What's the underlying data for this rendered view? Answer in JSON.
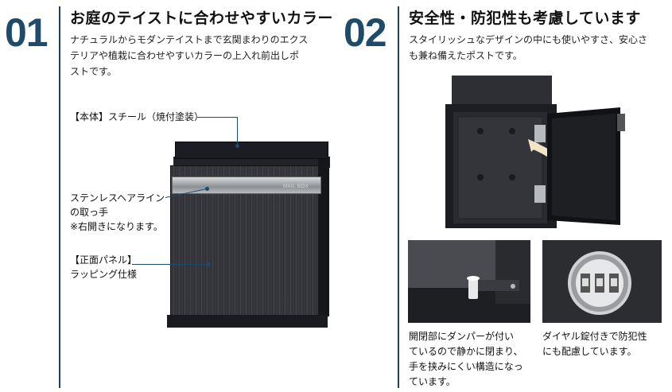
{
  "section1": {
    "number": "01",
    "heading": "お庭のテイストに合わせやすいカラー",
    "description": [
      "ナチュラルからモダンテイストまで玄関まわりのエクス",
      "テリアや植栽に合わせやすいカラーの上入れ前出しポ",
      "ストです。"
    ],
    "labels": {
      "body": "【本体】スチール（焼付塗装）",
      "handle": [
        "ステンレスヘアライン",
        "の取っ手",
        "※右開きになります。"
      ],
      "panel": [
        "【正面パネル】",
        "ラッピング仕様"
      ]
    },
    "mailbox_text": "MAIL BOX"
  },
  "section2": {
    "number": "02",
    "heading": "安全性・防犯性も考慮しています",
    "description": [
      "スタイリッシュなデザインの中にも使いやすさ、安心さ",
      "も兼ね備えたポストです。"
    ],
    "captions": {
      "damper": [
        "開閉部にダンパーが付い",
        "ているので静かに閉まり、",
        "手を挟みにくい構造になっ",
        "ています。"
      ],
      "dial": [
        "ダイヤル錠付きで防犯性",
        "にも配慮しています。"
      ]
    }
  }
}
